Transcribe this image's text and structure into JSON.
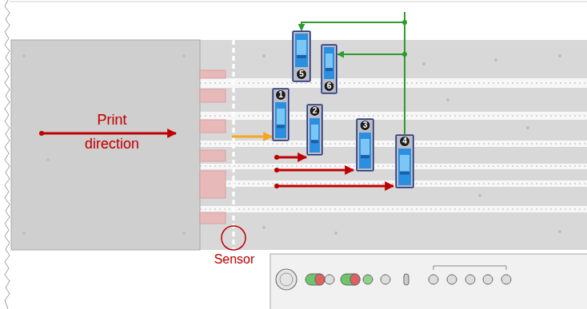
{
  "diagram": {
    "nodes": [
      {
        "text": [
          "1"
        ]
      },
      {
        "text": [
          "2"
        ]
      },
      {
        "text": [
          "3"
        ]
      },
      {
        "text": [
          "4"
        ]
      },
      {
        "text": [
          "5"
        ]
      },
      {
        "text": [
          "6"
        ]
      }
    ],
    "edges": [
      {
        "from": 3,
        "to": 4,
        "arrow": "to"
      },
      {
        "from": 3,
        "to": 5,
        "arrow": "to"
      }
    ],
    "labels": [
      "Print direction",
      "Sensor"
    ]
  }
}
